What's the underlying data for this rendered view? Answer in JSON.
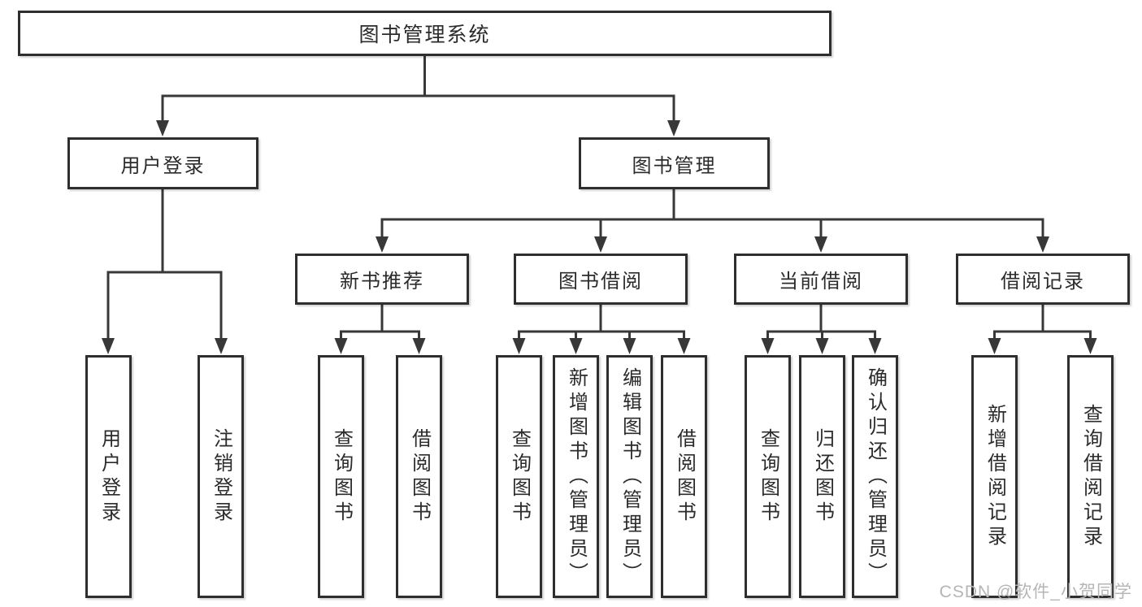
{
  "tree": {
    "label": "图书管理系统",
    "children": [
      {
        "label": "用户登录",
        "children": [
          {
            "label": "用户登录"
          },
          {
            "label": "注销登录"
          }
        ]
      },
      {
        "label": "图书管理",
        "children": [
          {
            "label": "新书推荐",
            "children": [
              {
                "label": "查询图书"
              },
              {
                "label": "借阅图书"
              }
            ]
          },
          {
            "label": "图书借阅",
            "children": [
              {
                "label": "查询图书"
              },
              {
                "label": "新增图书（管理员）"
              },
              {
                "label": "编辑图书（管理员）"
              },
              {
                "label": "借阅图书"
              }
            ]
          },
          {
            "label": "当前借阅",
            "children": [
              {
                "label": "查询图书"
              },
              {
                "label": "归还图书"
              },
              {
                "label": "确认归还（管理员）"
              }
            ]
          },
          {
            "label": "借阅记录",
            "children": [
              {
                "label": "新增借阅记录"
              },
              {
                "label": "查询借阅记录"
              }
            ]
          }
        ]
      }
    ]
  },
  "watermark": {
    "text": "CSDN @软件_小贺同学"
  },
  "colors": {
    "line": "#383838",
    "border": "#2e2e2e",
    "text": "#2b2b2b",
    "watermark": "#b5b5b5",
    "background": "#ffffff"
  }
}
